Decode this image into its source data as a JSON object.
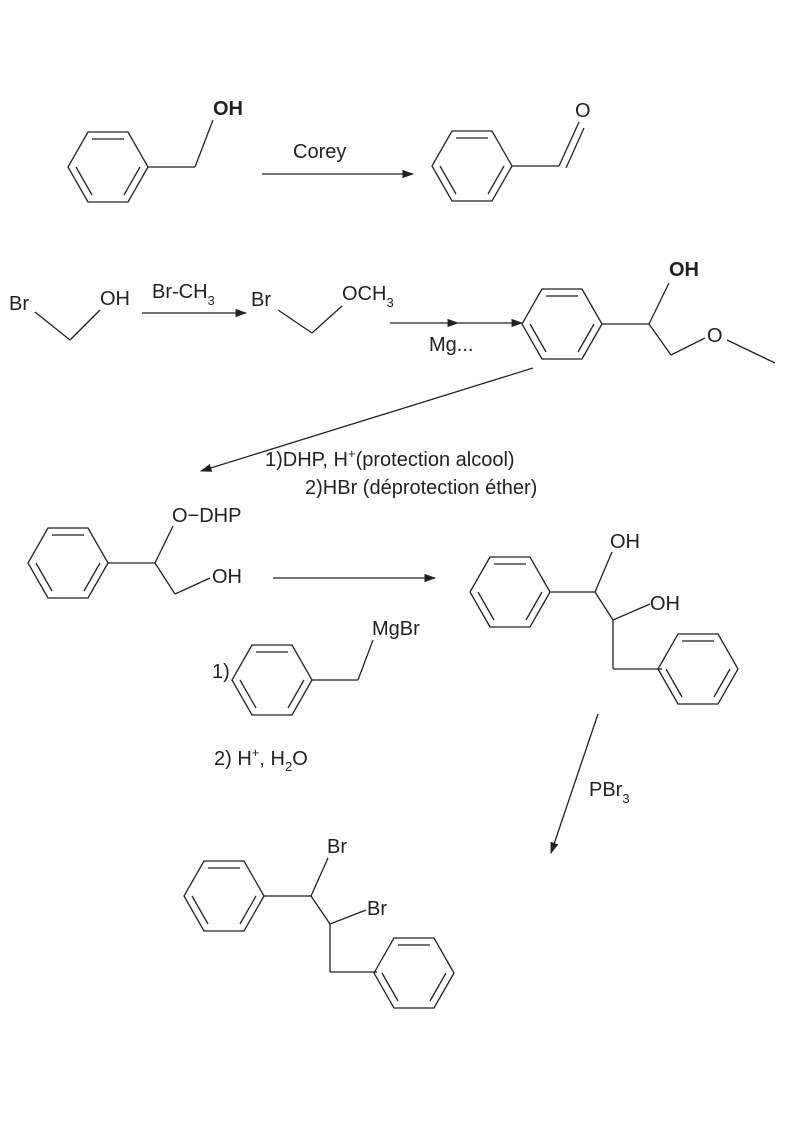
{
  "reaction1": {
    "oh": "OH",
    "reagent": "Corey",
    "aldehyde_o": "O"
  },
  "reaction2": {
    "br1": "Br",
    "oh1": "OH",
    "reagent_base": "Br-CH",
    "reagent_sub": "3",
    "br2": "Br",
    "och_base": "OCH",
    "och_sub": "3",
    "mg": "Mg...",
    "oh_product": "OH",
    "ether_o": "O"
  },
  "reaction3": {
    "step1_prefix": "1)DHP, H",
    "step1_sup": "+",
    "step1_suffix": "(protection alcool)",
    "step2": "2)HBr (déprotection éther)",
    "odhp": "O−DHP",
    "oh": "OH"
  },
  "reaction4": {
    "mgbr": "MgBr",
    "step1": "1)",
    "step2_prefix": "2) H",
    "step2_sup": "+",
    "step2_mid": ", H",
    "step2_sub": "2",
    "step2_end": "O",
    "diol_oh1": "OH",
    "diol_oh2": "OH"
  },
  "reaction5": {
    "reagent_base": "PBr",
    "reagent_sub": "3",
    "br1": "Br",
    "br2": "Br"
  }
}
